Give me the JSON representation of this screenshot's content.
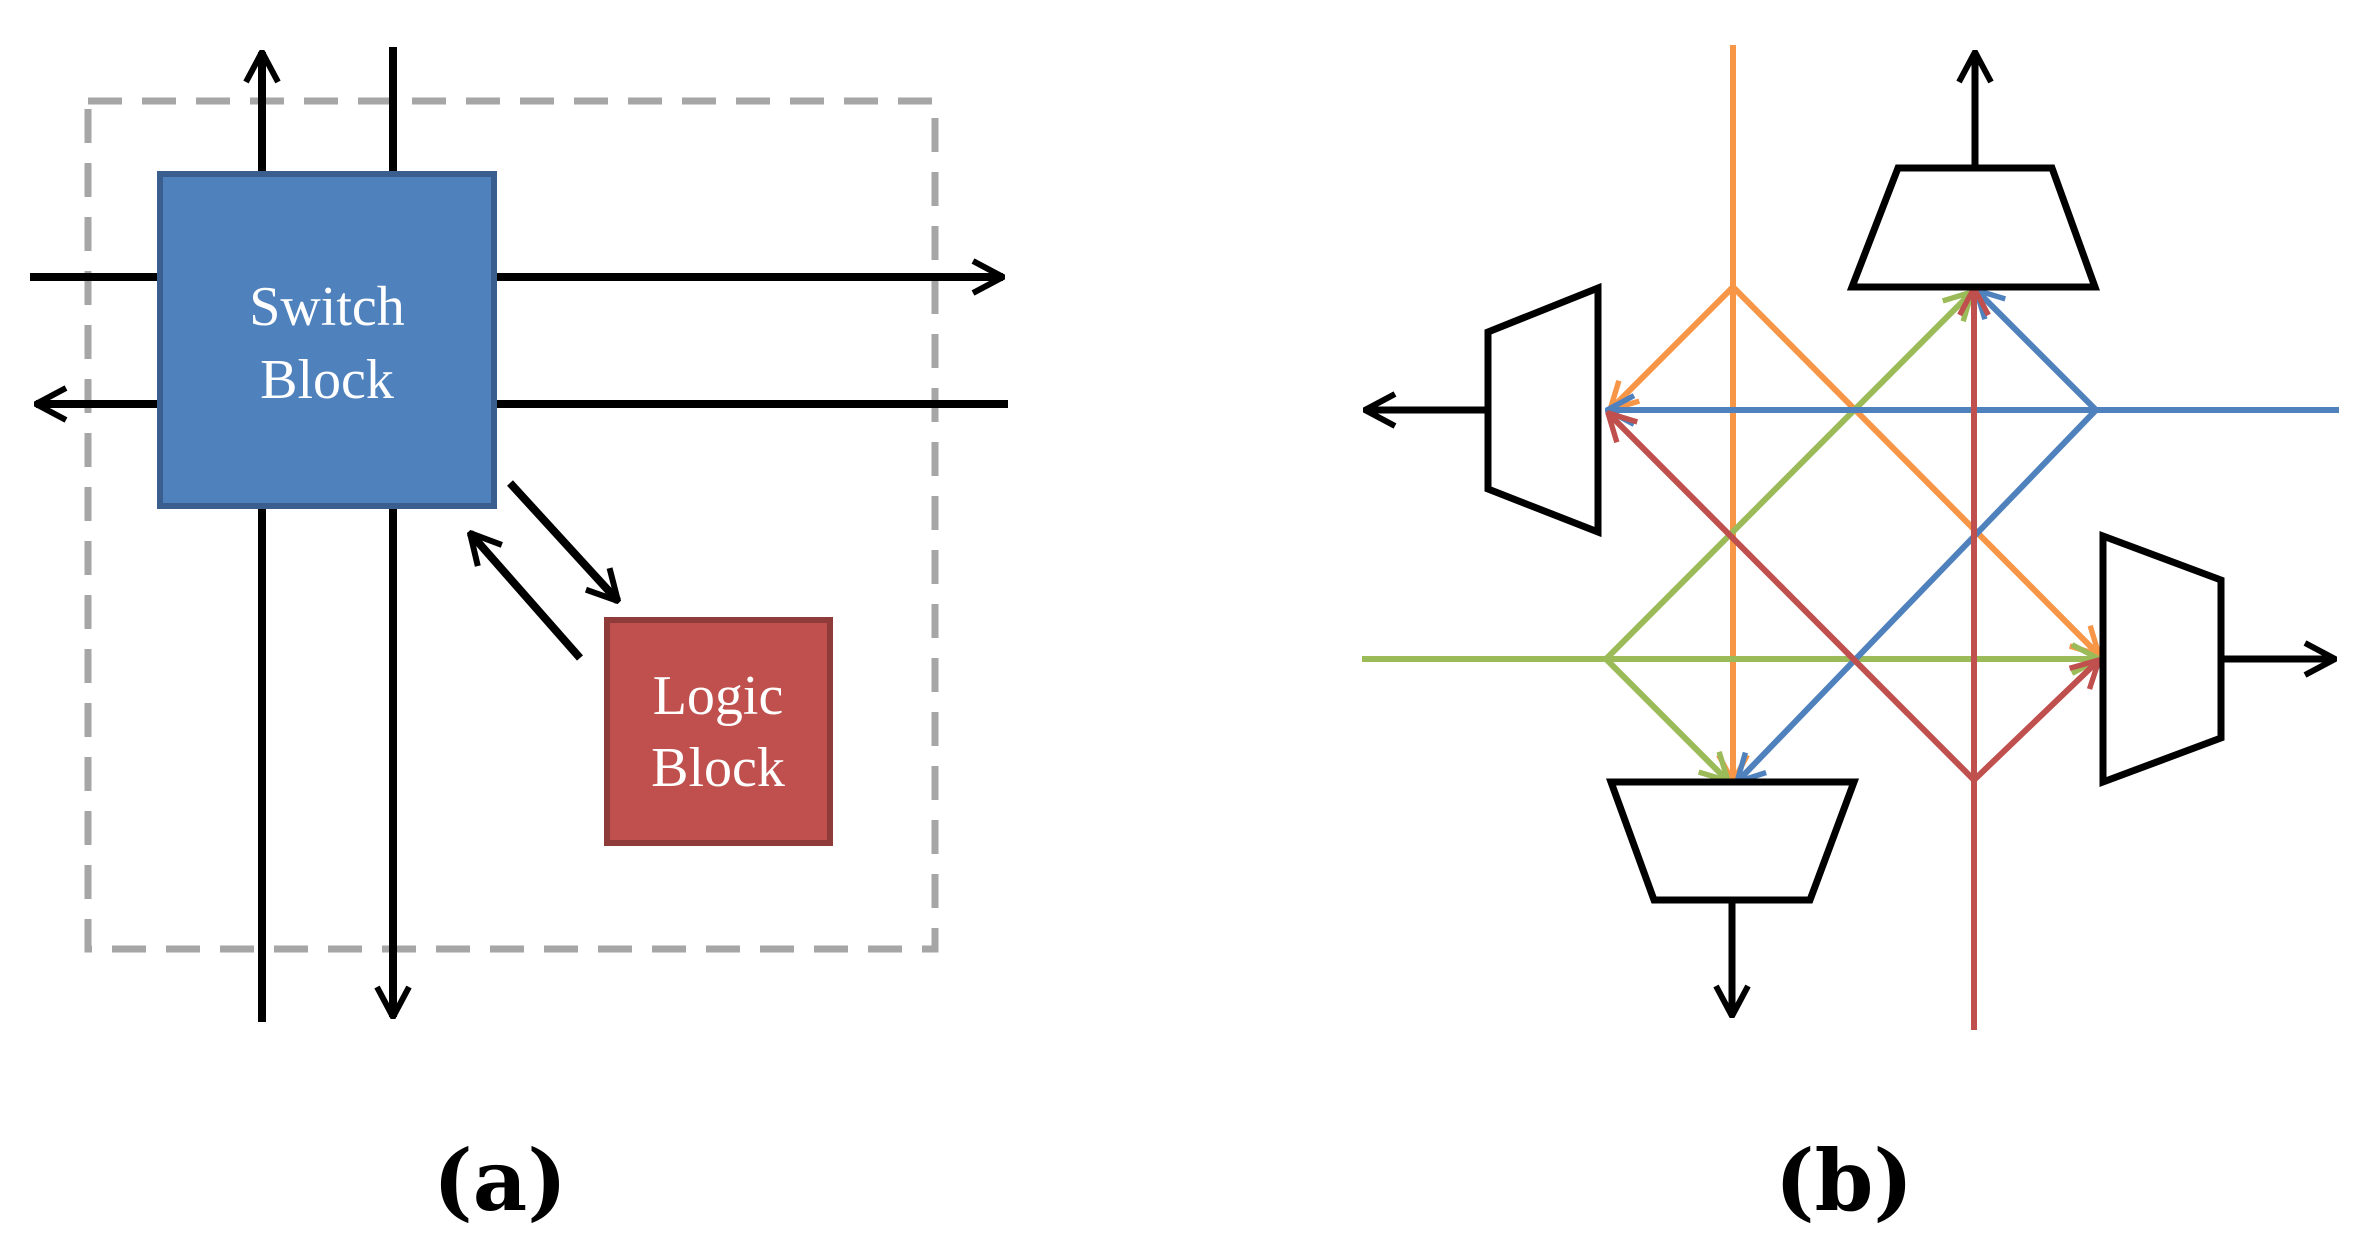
{
  "panel_a": {
    "switch_block": {
      "line1": "Switch",
      "line2": "Block"
    },
    "logic_block": {
      "line1": "Logic",
      "line2": "Block"
    },
    "caption": "(a)"
  },
  "panel_b": {
    "caption": "(b)"
  },
  "colors": {
    "switch_block": "#4F81BD",
    "logic_block": "#C0504D",
    "dashed_box": "#A6A6A6",
    "orange": "#F79646",
    "green": "#9BBB59",
    "blue": "#4F81BD",
    "red": "#C0504D"
  }
}
